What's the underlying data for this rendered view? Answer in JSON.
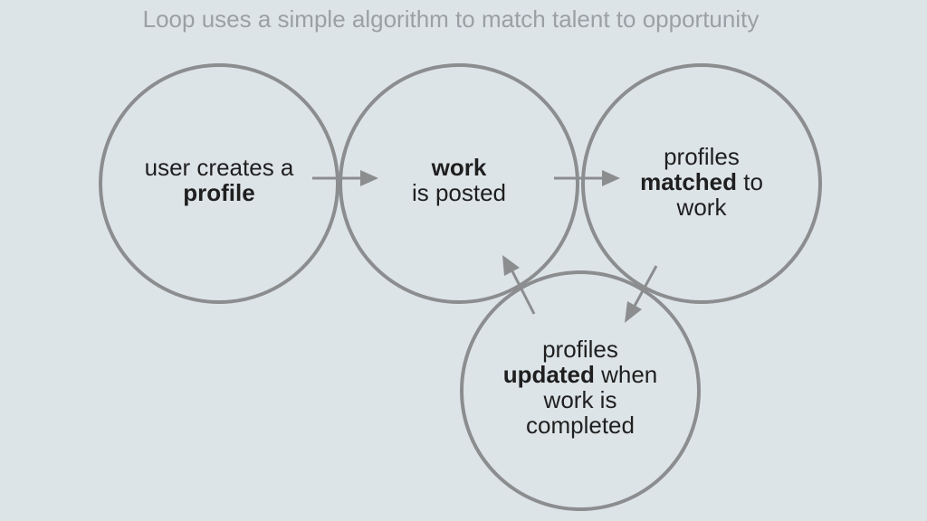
{
  "title": "Loop uses a simple algorithm to match talent to opportunity",
  "colors": {
    "background": "#dde4e8",
    "circle_stroke": "#8b8d8f",
    "arrow": "#8b8d8f",
    "text": "#1f1f1f",
    "title": "#9aa0a4"
  },
  "steps": {
    "create_profile": {
      "line1": "user creates a",
      "bold": "profile"
    },
    "work_posted": {
      "bold": "work",
      "line2": "is posted"
    },
    "profiles_matched": {
      "line1": "profiles",
      "bold": "matched",
      "after_bold": " to",
      "line3": "work"
    },
    "profiles_updated": {
      "line1": "profiles",
      "bold": "updated",
      "after_bold": " when",
      "line3": "work is",
      "line4": "completed"
    }
  }
}
